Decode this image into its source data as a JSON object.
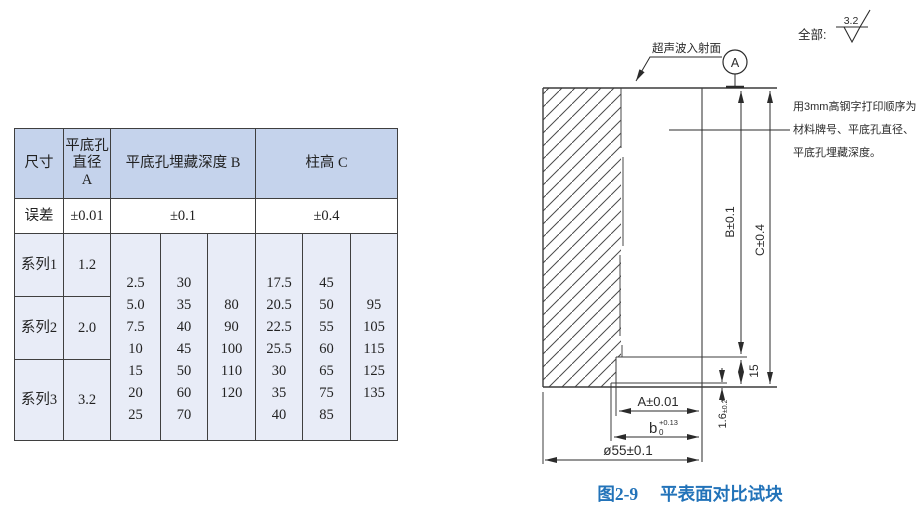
{
  "table": {
    "header": {
      "size": "尺寸",
      "a_lines": [
        "平底孔",
        "直径",
        "A"
      ],
      "b": "平底孔埋藏深度 B",
      "c": "柱高 C"
    },
    "tolerance_row": {
      "label": "误差",
      "a": "±0.01",
      "b": "±0.1",
      "c": "±0.4"
    },
    "series": [
      {
        "label": "系列1",
        "a": "1.2"
      },
      {
        "label": "系列2",
        "a": "2.0"
      },
      {
        "label": "系列3",
        "a": "3.2"
      }
    ],
    "b_columns": [
      [
        "2.5",
        "5.0",
        "7.5",
        "10",
        "15",
        "20",
        "25"
      ],
      [
        "30",
        "35",
        "40",
        "45",
        "50",
        "60",
        "70"
      ],
      [
        "80",
        "90",
        "100",
        "110",
        "120"
      ]
    ],
    "c_columns": [
      [
        "17.5",
        "20.5",
        "22.5",
        "25.5",
        "30",
        "35",
        "40"
      ],
      [
        "45",
        "50",
        "55",
        "60",
        "65",
        "75",
        "85"
      ],
      [
        "95",
        "105",
        "115",
        "125",
        "135"
      ]
    ],
    "header_fill": "#c5d3ec",
    "data_fill": "#e8ecf7"
  },
  "drawing": {
    "surface_note_label": "全部:",
    "roughness_value": "3.2",
    "incident_label": "超声波入射面",
    "datum_label": "A",
    "print_note_lines": [
      "用3mm高钢字打印顺序为:",
      "材料牌号、平底孔直径、",
      "平底孔埋藏深度。"
    ],
    "dims": {
      "b_depth": "B±0.1",
      "c_height": "C±0.4",
      "hole_len": "15",
      "web": "1.6",
      "web_tol": "±0.2",
      "a_dia": "A±0.01",
      "b_main": "b",
      "b_sub": "0",
      "b_sup": "+0.13",
      "outer_dia": "ø55±0.1"
    }
  },
  "caption": {
    "figure": "图2-9",
    "title": "平表面对比试块",
    "color": "#2273b9"
  }
}
